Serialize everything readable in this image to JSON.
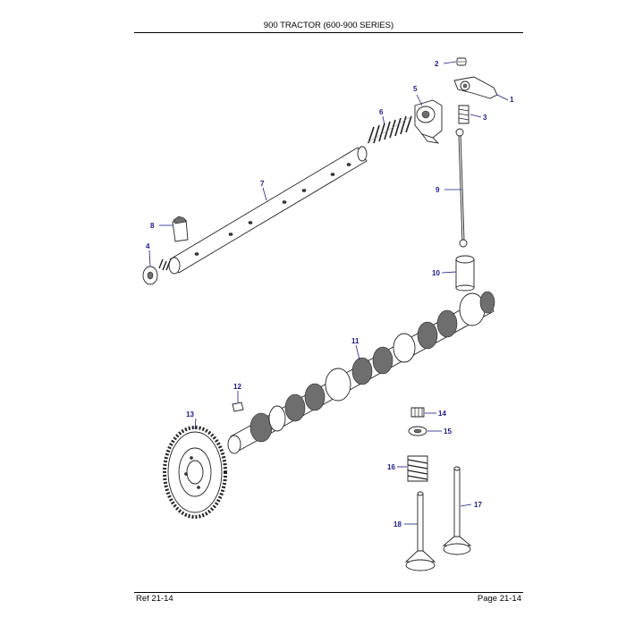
{
  "header": {
    "title": "900 TRACTOR (600-900 SERIES)"
  },
  "footer": {
    "ref_label": "Ref  21-14",
    "page_label": "Page  21-14"
  },
  "diagram": {
    "callouts": [
      "1",
      "2",
      "3",
      "4",
      "5",
      "6",
      "7",
      "8",
      "9",
      "10",
      "11",
      "12",
      "13",
      "14",
      "15",
      "16",
      "17",
      "18"
    ]
  }
}
